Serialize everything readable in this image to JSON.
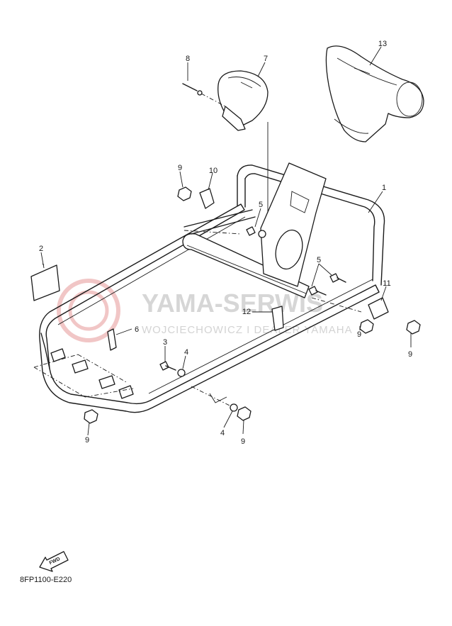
{
  "diagram": {
    "part_code": "8FP1100-E220",
    "fwd_label": "FWD",
    "watermark": {
      "brand": "YAMA-SERWIS",
      "tagline": "WOJCIECHOWICZ I DEALER YAMAHA"
    },
    "callouts": [
      "1",
      "2",
      "3",
      "4",
      "4",
      "5",
      "5",
      "6",
      "7",
      "8",
      "9",
      "9",
      "9",
      "9",
      "9",
      "10",
      "11",
      "12",
      "13"
    ],
    "colors": {
      "line": "#1a1a1a",
      "watermark_red": "#e8a0a0",
      "watermark_gray": "#c9c9c9"
    }
  }
}
